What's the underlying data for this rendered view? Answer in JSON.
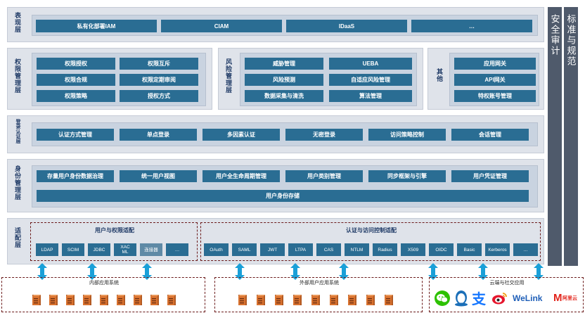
{
  "layers": {
    "presentation": {
      "title": "表现层",
      "items": [
        "私有化部署IAM",
        "CIAM",
        "IDaaS",
        "…"
      ]
    },
    "permission": {
      "title": "权限管理层",
      "items": [
        "权限授权",
        "权限互斥",
        "权限合规",
        "权限定期审阅",
        "权限策略",
        "授权方式"
      ]
    },
    "risk": {
      "title": "风险管理层",
      "items": [
        "威胁管理",
        "UEBA",
        "风险预测",
        "自适应风险管理",
        "数据采集与清洗",
        "算法管理"
      ]
    },
    "other": {
      "title": "其他",
      "items": [
        "应用网关",
        "API网关",
        "特权账号管理"
      ]
    },
    "auth": {
      "title": "登录认证层",
      "items": [
        "认证方式管理",
        "单点登录",
        "多因素认证",
        "无密登录",
        "访问策略控制",
        "会话管理"
      ]
    },
    "identity": {
      "title": "身份管理层",
      "items": [
        "存量用户身份数据治理",
        "统一用户视图",
        "用户全生命周期管理",
        "用户类别管理",
        "同步框架与引擎",
        "用户凭证管理"
      ],
      "storage": "用户身份存储"
    },
    "adapter": {
      "title": "适配层",
      "group1": {
        "label": "用户与权限适配",
        "items": [
          "LDAP",
          "SCIM",
          "JDBC",
          "XACML",
          "连接器",
          "…"
        ]
      },
      "group2": {
        "label": "认证与访问控制适配",
        "items": [
          "OAuth",
          "SAML",
          "JWT",
          "LTPA",
          "CAS",
          "NTLM",
          "Radius",
          "X509",
          "OIDC",
          "Basic",
          "Kerberos",
          "…"
        ]
      }
    }
  },
  "side": {
    "audit": "安全审计",
    "standard": "标准与规范"
  },
  "bottom": {
    "internal": "内部应用系统",
    "external": "外部用户应用系统",
    "cloud": "云端与社交应用",
    "logo_welink": "WeLink",
    "logo_m": "M",
    "logo_m_text": "阿里云"
  },
  "colors": {
    "box": "#2a6d93",
    "layer": "#dfe3ea",
    "side": "#4f5a6b",
    "arrow": "#1aa0d8",
    "server": "#c9652a"
  }
}
